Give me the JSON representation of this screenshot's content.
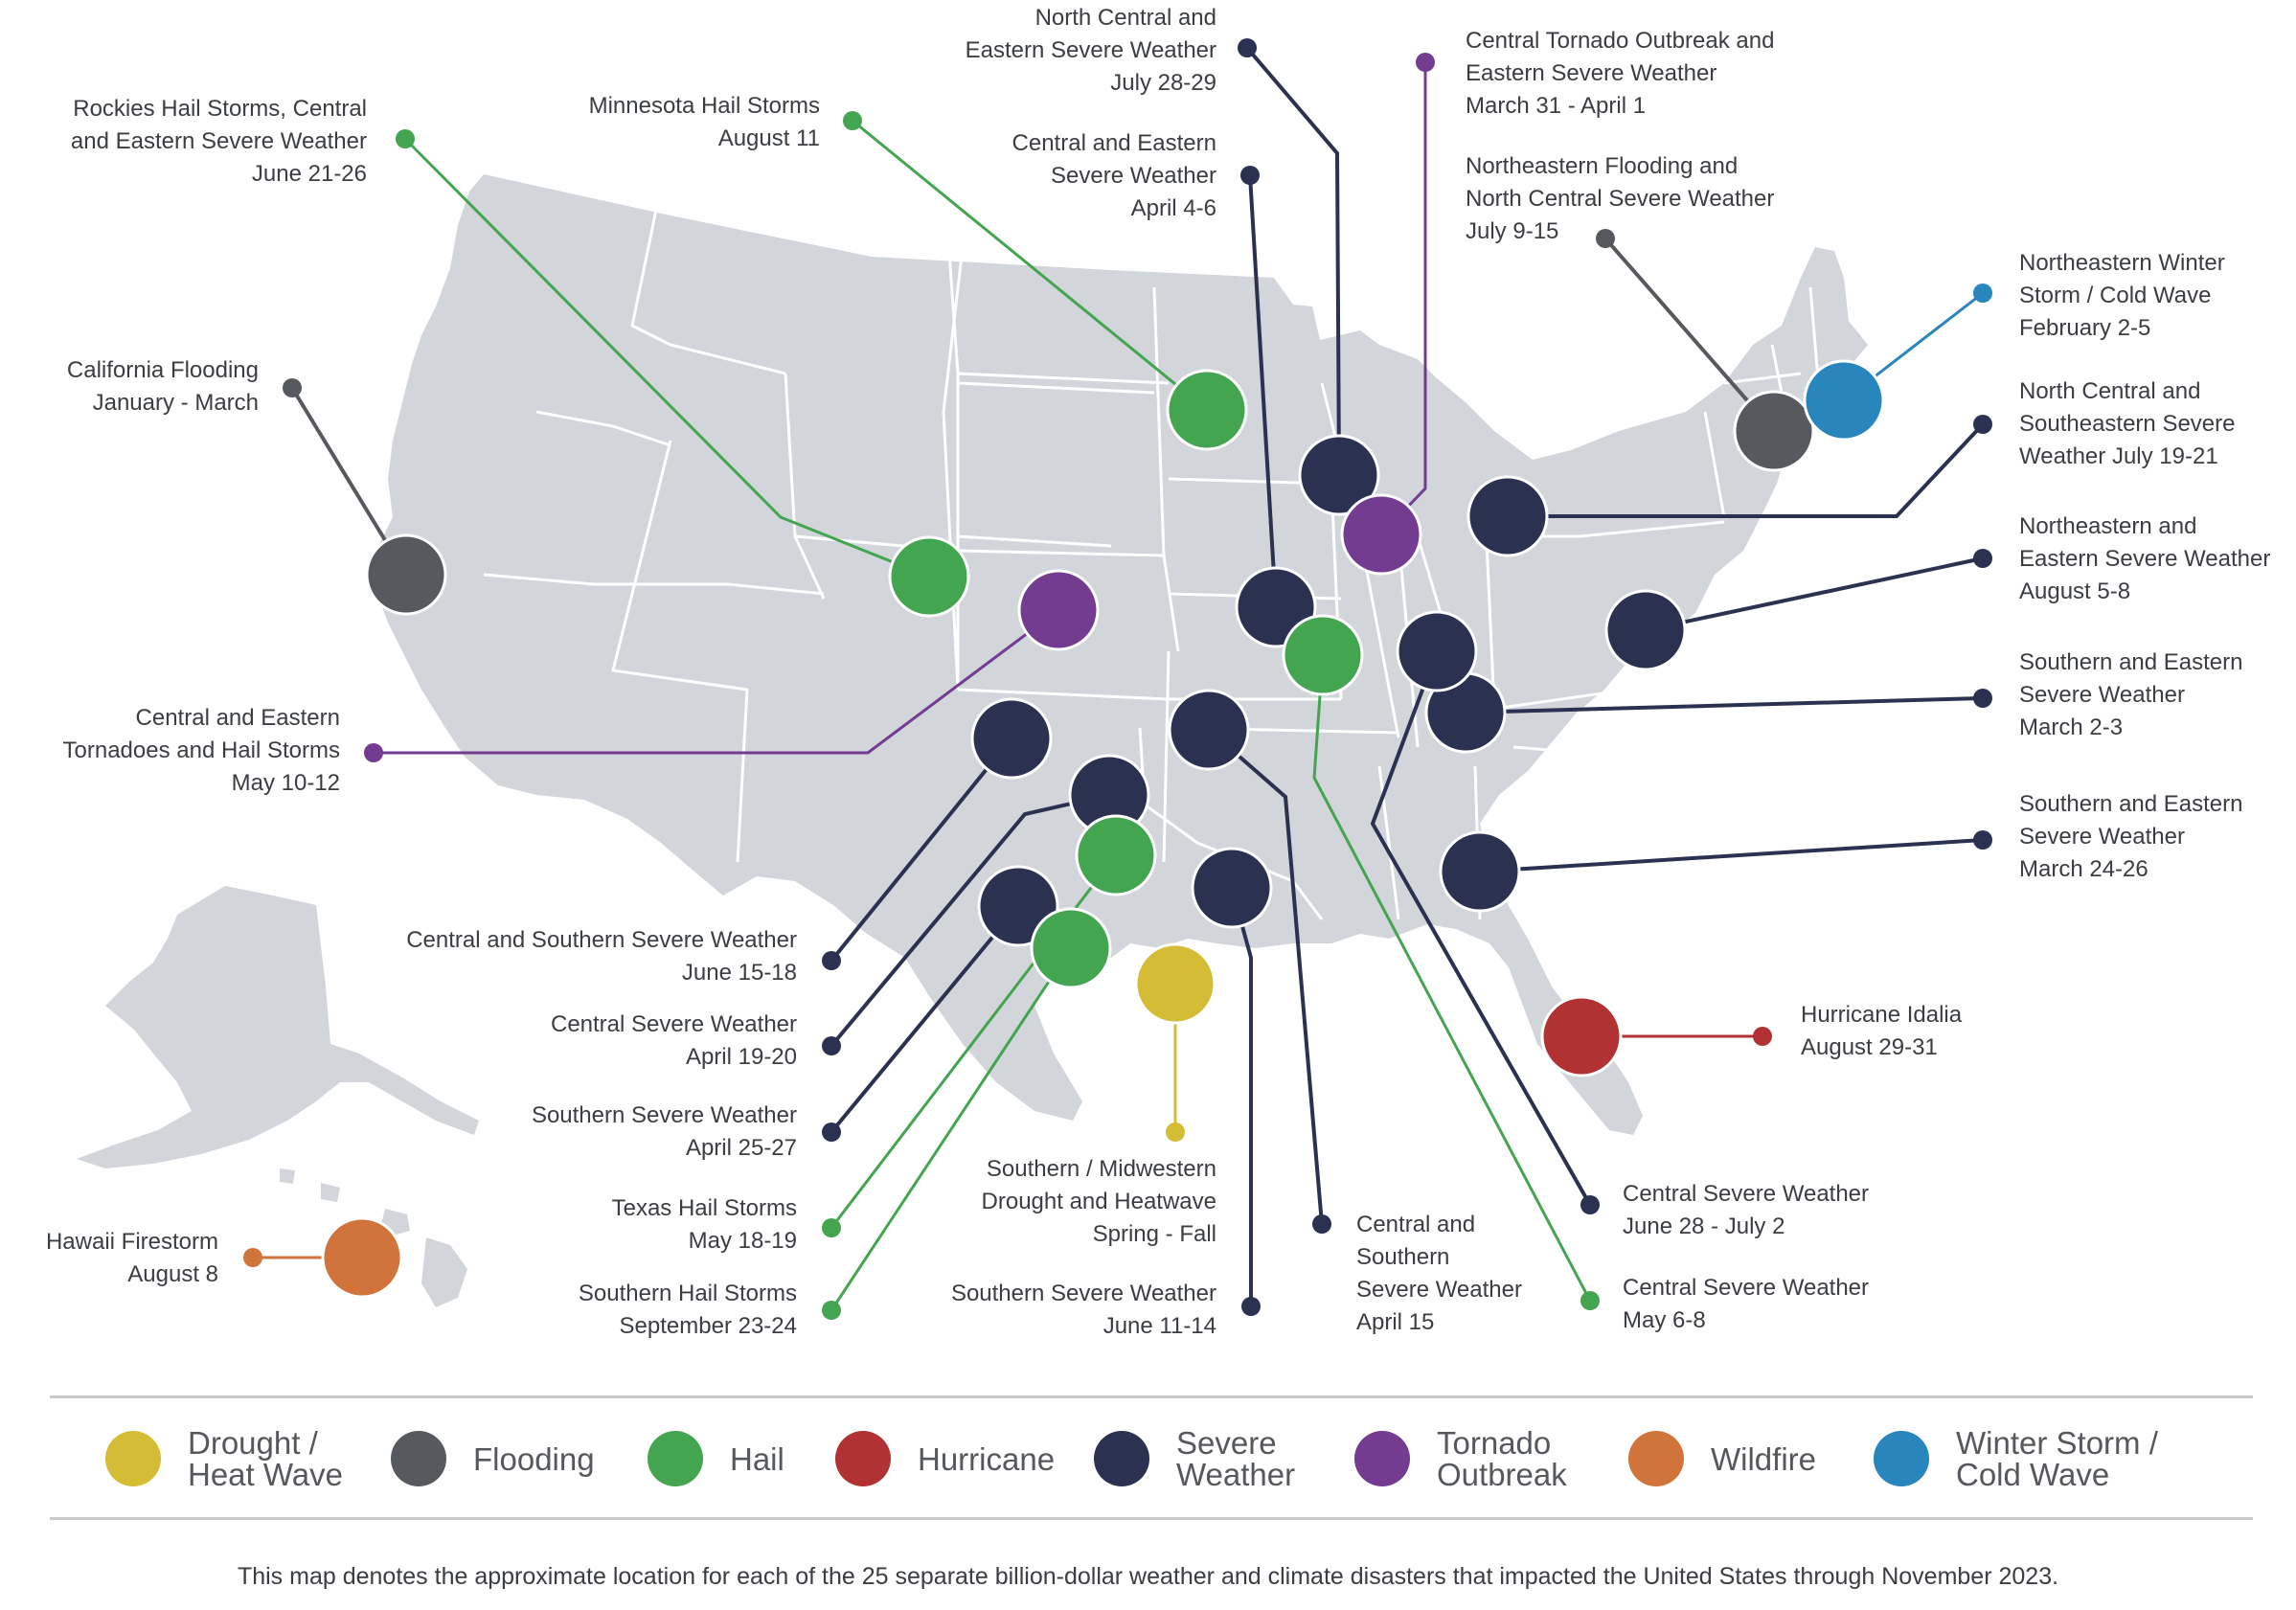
{
  "colors": {
    "drought": "#d4bd35",
    "flooding": "#56595e",
    "hail": "#43a550",
    "hurricane": "#b23234",
    "severe": "#2b3150",
    "tornado": "#733c91",
    "wildfire": "#d1743b",
    "winter": "#2986bd",
    "land": "#d2d5d9",
    "state_border": "#ffffff"
  },
  "events": [
    {
      "id": "north-central-eastern-jul",
      "type": "severe",
      "lines": [
        "North Central and",
        "Eastern Severe Weather",
        "July 28-29"
      ]
    },
    {
      "id": "central-tornado-mar31",
      "type": "tornado",
      "lines": [
        "Central Tornado Outbreak and",
        "Eastern Severe Weather",
        "March 31 - April 1"
      ]
    },
    {
      "id": "rockies-hail-jun",
      "type": "hail",
      "lines": [
        "Rockies Hail Storms, Central",
        "and Eastern Severe Weather",
        "June 21-26"
      ]
    },
    {
      "id": "minnesota-hail-aug",
      "type": "hail",
      "lines": [
        "Minnesota Hail Storms",
        "August 11"
      ]
    },
    {
      "id": "central-eastern-apr4",
      "type": "severe",
      "lines": [
        "Central and Eastern",
        "Severe Weather",
        "April 4-6"
      ]
    },
    {
      "id": "northeastern-flooding-jul",
      "type": "flooding",
      "lines": [
        "Northeastern Flooding and",
        "North Central Severe Weather",
        "July 9-15"
      ]
    },
    {
      "id": "northeastern-winter-feb",
      "type": "winter",
      "lines": [
        "Northeastern Winter",
        "Storm / Cold Wave",
        "February 2-5"
      ]
    },
    {
      "id": "california-flooding",
      "type": "flooding",
      "lines": [
        "California Flooding",
        "January - March"
      ]
    },
    {
      "id": "north-central-southeastern-jul",
      "type": "severe",
      "lines": [
        "North Central and",
        "Southeastern Severe",
        "Weather July 19-21"
      ]
    },
    {
      "id": "northeastern-eastern-aug",
      "type": "severe",
      "lines": [
        "Northeastern and",
        "Eastern Severe Weather",
        "August 5-8"
      ]
    },
    {
      "id": "central-eastern-tornado-may",
      "type": "tornado",
      "lines": [
        "Central and Eastern",
        "Tornadoes and Hail Storms",
        "May 10-12"
      ]
    },
    {
      "id": "southern-eastern-mar2",
      "type": "severe",
      "lines": [
        "Southern and Eastern",
        "Severe Weather",
        "March 2-3"
      ]
    },
    {
      "id": "southern-eastern-mar24",
      "type": "severe",
      "lines": [
        "Southern and Eastern",
        "Severe Weather",
        "March 24-26"
      ]
    },
    {
      "id": "central-southern-jun15",
      "type": "severe",
      "lines": [
        "Central and Southern Severe Weather",
        "June 15-18"
      ]
    },
    {
      "id": "central-apr19",
      "type": "severe",
      "lines": [
        "Central Severe Weather",
        "April 19-20"
      ]
    },
    {
      "id": "hurricane-idalia",
      "type": "hurricane",
      "lines": [
        "Hurricane Idalia",
        "August 29-31"
      ]
    },
    {
      "id": "southern-apr25",
      "type": "severe",
      "lines": [
        "Southern Severe Weather",
        "April 25-27"
      ]
    },
    {
      "id": "drought-heatwave",
      "type": "drought",
      "lines": [
        "Southern / Midwestern",
        "Drought and Heatwave",
        "Spring - Fall"
      ]
    },
    {
      "id": "central-jun28",
      "type": "severe",
      "lines": [
        "Central Severe Weather",
        "June 28 - July 2"
      ]
    },
    {
      "id": "texas-hail-may",
      "type": "hail",
      "lines": [
        "Texas Hail Storms",
        "May 18-19"
      ]
    },
    {
      "id": "central-southern-apr15",
      "type": "severe",
      "lines": [
        "Central and",
        "Southern",
        "Severe Weather",
        "April 15"
      ]
    },
    {
      "id": "hawaii-firestorm",
      "type": "wildfire",
      "lines": [
        "Hawaii Firestorm",
        "August 8"
      ]
    },
    {
      "id": "central-may6",
      "type": "hail",
      "lines": [
        "Central Severe Weather",
        "May 6-8"
      ]
    },
    {
      "id": "southern-hail-sep",
      "type": "hail",
      "lines": [
        "Southern Hail Storms",
        "September 23-24"
      ]
    },
    {
      "id": "southern-jun11",
      "type": "severe",
      "lines": [
        "Southern Severe Weather",
        "June 11-14"
      ]
    }
  ],
  "legend": [
    {
      "type": "drought",
      "lines": [
        "Drought /",
        "Heat Wave"
      ]
    },
    {
      "type": "flooding",
      "lines": [
        "Flooding"
      ]
    },
    {
      "type": "hail",
      "lines": [
        "Hail"
      ]
    },
    {
      "type": "hurricane",
      "lines": [
        "Hurricane"
      ]
    },
    {
      "type": "severe",
      "lines": [
        "Severe",
        "Weather"
      ]
    },
    {
      "type": "tornado",
      "lines": [
        "Tornado",
        "Outbreak"
      ]
    },
    {
      "type": "wildfire",
      "lines": [
        "Wildfire"
      ]
    },
    {
      "type": "winter",
      "lines": [
        "Winter Storm /",
        "Cold Wave"
      ]
    }
  ],
  "footnote": "This map denotes the approximate location for each of the 25 separate billion-dollar weather and climate disasters that impacted the United States through November 2023."
}
